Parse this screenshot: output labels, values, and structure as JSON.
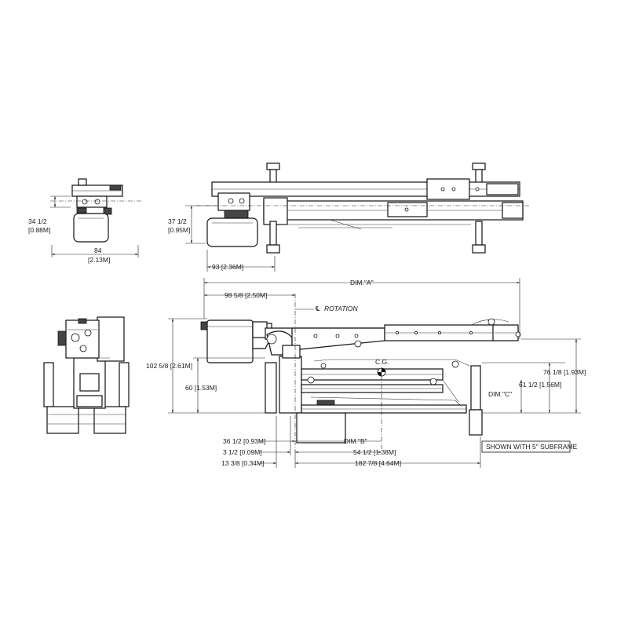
{
  "dims": {
    "side_height_a": "34 1/2",
    "side_height_a_m": "[0.88M]",
    "side_width": "84",
    "side_width_m": "[2.13M]",
    "top_height": "37 1/2",
    "top_height_m": "[0.95M]",
    "top_length": "93 [2.36M]",
    "dim_a": "DIM.\"A\"",
    "rotation_offset": "98 5/8 [2.50M]",
    "rotation_label": "ROTATION",
    "total_height": "102 5/8 [2.61M]",
    "body_height": "60 [1.53M]",
    "cg_label": "C.G.",
    "right_height": "76 1/8 [1.93M]",
    "dim_c_height": "61 1/2 [1.56M]",
    "dim_c": "DIM.\"C\"",
    "bottom_36": "36 1/2 [0.93M]",
    "dim_b": "DIM.\"B\"",
    "bottom_3": "3 1/2 [0.09M]",
    "bottom_54": "54 1/2 [1.38M]",
    "bottom_13": "13 3/8 [0.34M]",
    "bottom_182": "182 7/8 [4.64M]"
  },
  "note": "SHOWN WITH 5\" SUBFRAME"
}
